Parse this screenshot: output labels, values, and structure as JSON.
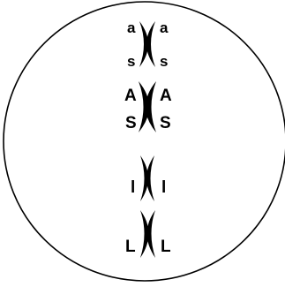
{
  "diagram": {
    "cell": "cell",
    "chromosome_pairs": [
      {
        "name": "pair-1",
        "alleles": [
          {
            "label": "a",
            "side": "left"
          },
          {
            "label": "a",
            "side": "right"
          },
          {
            "label": "s",
            "side": "left"
          },
          {
            "label": "s",
            "side": "right"
          }
        ]
      },
      {
        "name": "pair-2",
        "alleles": [
          {
            "label": "A",
            "side": "left"
          },
          {
            "label": "A",
            "side": "right"
          },
          {
            "label": "S",
            "side": "left"
          },
          {
            "label": "S",
            "side": "right"
          }
        ]
      },
      {
        "name": "pair-3",
        "alleles": [
          {
            "label": "l",
            "side": "left"
          },
          {
            "label": "l",
            "side": "right"
          }
        ]
      },
      {
        "name": "pair-4",
        "alleles": [
          {
            "label": "L",
            "side": "left"
          },
          {
            "label": "L",
            "side": "right"
          }
        ]
      }
    ],
    "colors": {
      "outline": "#000000",
      "chromatid": "#000000",
      "background": "#ffffff"
    }
  }
}
